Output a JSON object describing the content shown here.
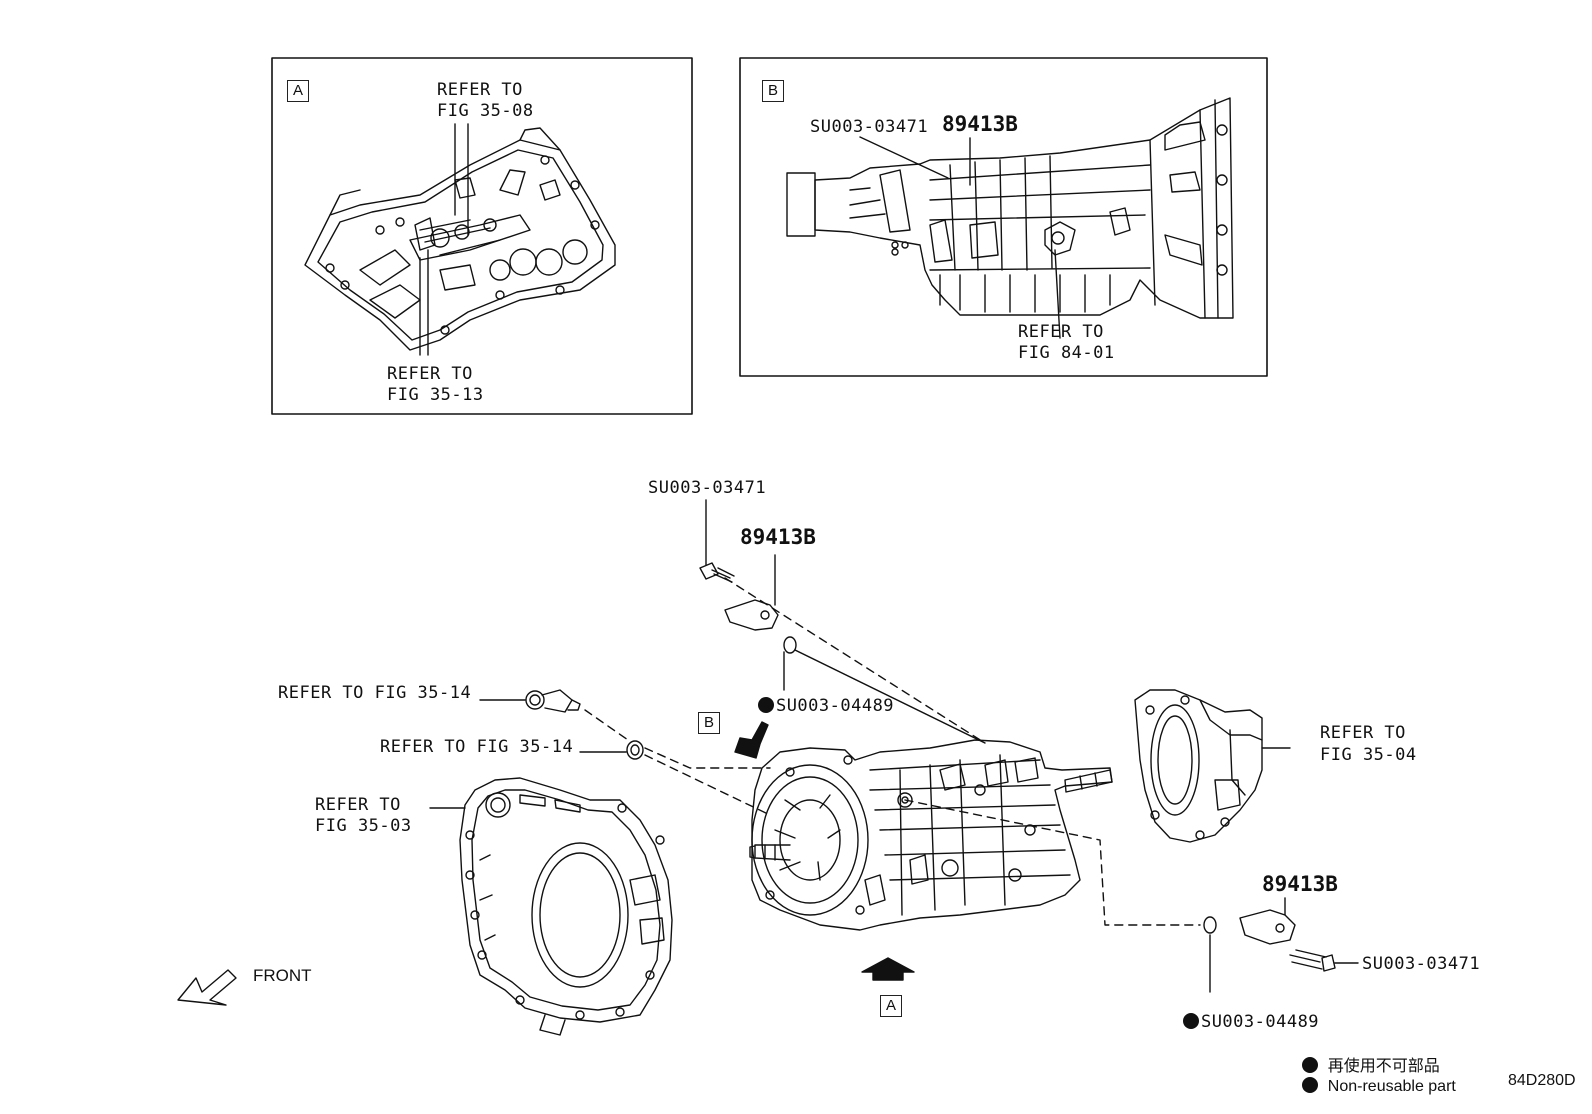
{
  "inset_a": {
    "tag": "A",
    "refer_top": [
      "REFER TO",
      "FIG 35-08"
    ],
    "refer_bottom": [
      "REFER TO",
      "FIG 35-13"
    ]
  },
  "inset_b": {
    "tag": "B",
    "part_sensor": "89413B",
    "part_bolt": "SU003-03471",
    "refer": [
      "REFER TO",
      "FIG 84-01"
    ]
  },
  "main": {
    "bolt_top": "SU003-03471",
    "sensor_top": "89413B",
    "oring_top": "SU003-04489",
    "refer_fitting": "REFER TO FIG 35-14",
    "refer_washer": "REFER TO FIG 35-14",
    "refer_bellhousing": [
      "REFER TO",
      "FIG 35-03"
    ],
    "refer_extension": [
      "REFER TO",
      "FIG 35-04"
    ],
    "view_b_tag": "B",
    "view_a_tag": "A",
    "front_label": "FRONT",
    "sensor_right": "89413B",
    "bolt_right": "SU003-03471",
    "oring_right": "SU003-04489"
  },
  "legend": {
    "jp": "再使用不可部品",
    "en": "Non-reusable part"
  },
  "figure_code": "84D280D"
}
